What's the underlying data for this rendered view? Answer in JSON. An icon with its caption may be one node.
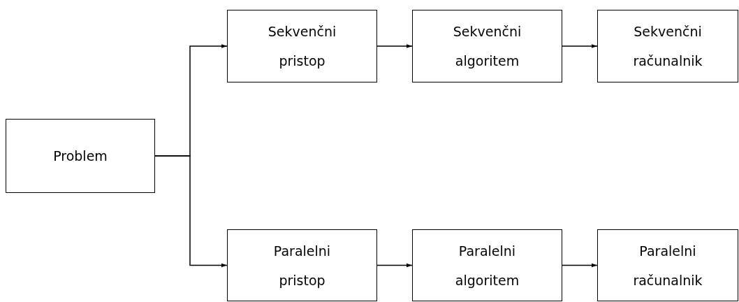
{
  "diagram": {
    "nodes": [
      {
        "text": [
          "Problem"
        ]
      },
      {
        "text": [
          "Sekvenčni pristop"
        ]
      },
      {
        "text": [
          "Sekvenčni algoritem"
        ]
      },
      {
        "text": [
          "Sekvenčni računalnik"
        ]
      },
      {
        "text": [
          "Paralelni pristop"
        ]
      },
      {
        "text": [
          "Paralelni algoritem"
        ]
      },
      {
        "text": [
          "Paralelni računalnik"
        ]
      }
    ],
    "edges": [
      {
        "from": 0,
        "to": 1,
        "arrow": "to"
      },
      {
        "from": 0,
        "to": 4,
        "arrow": "to"
      },
      {
        "from": 1,
        "to": 2,
        "arrow": "to"
      },
      {
        "from": 2,
        "to": 3,
        "arrow": "to"
      },
      {
        "from": 4,
        "to": 5,
        "arrow": "to"
      },
      {
        "from": 5,
        "to": 6,
        "arrow": "to"
      }
    ]
  }
}
